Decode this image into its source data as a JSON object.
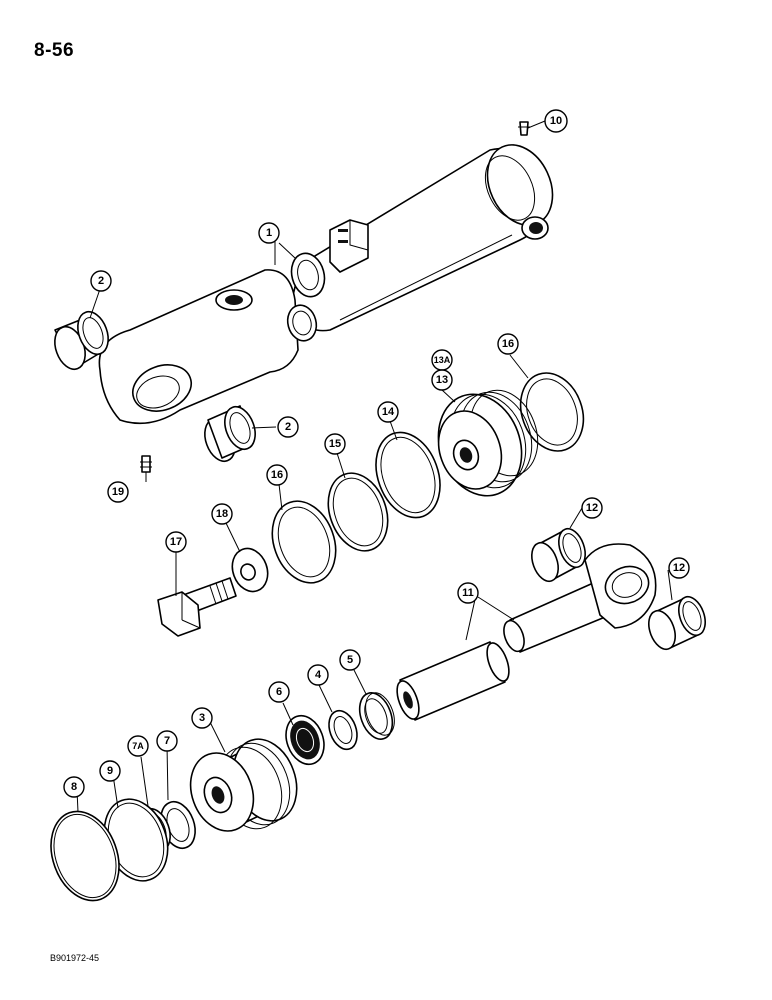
{
  "page_number": "8-56",
  "footer_code": "B901972-45",
  "callouts": [
    {
      "id": "c1",
      "label": "1"
    },
    {
      "id": "c2a",
      "label": "2"
    },
    {
      "id": "c2b",
      "label": "2"
    },
    {
      "id": "c10",
      "label": "10"
    },
    {
      "id": "c13a",
      "label": "13A"
    },
    {
      "id": "c13",
      "label": "13"
    },
    {
      "id": "c16a",
      "label": "16"
    },
    {
      "id": "c14",
      "label": "14"
    },
    {
      "id": "c15",
      "label": "15"
    },
    {
      "id": "c16b",
      "label": "16"
    },
    {
      "id": "c19",
      "label": "19"
    },
    {
      "id": "c18",
      "label": "18"
    },
    {
      "id": "c17",
      "label": "17"
    },
    {
      "id": "c12a",
      "label": "12"
    },
    {
      "id": "c12b",
      "label": "12"
    },
    {
      "id": "c11",
      "label": "11"
    },
    {
      "id": "c6",
      "label": "6"
    },
    {
      "id": "c4",
      "label": "4"
    },
    {
      "id": "c5",
      "label": "5"
    },
    {
      "id": "c3",
      "label": "3"
    },
    {
      "id": "c7a",
      "label": "7A"
    },
    {
      "id": "c7",
      "label": "7"
    },
    {
      "id": "c9",
      "label": "9"
    },
    {
      "id": "c8",
      "label": "8"
    }
  ]
}
